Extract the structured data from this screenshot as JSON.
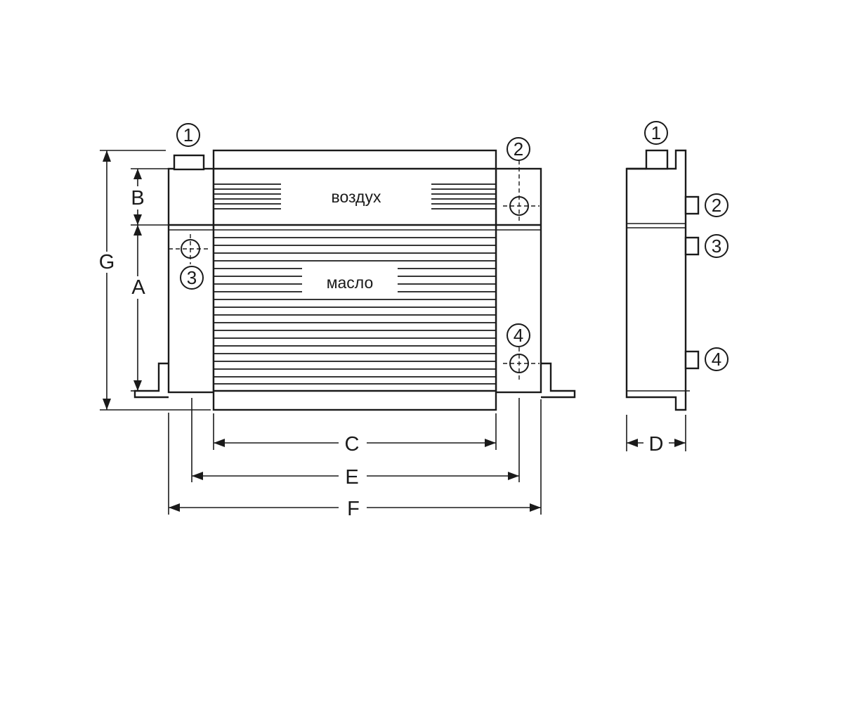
{
  "labels": {
    "air": "воздух",
    "oil": "масло"
  },
  "dimensions": {
    "a": "A",
    "b": "B",
    "c": "C",
    "d": "D",
    "e": "E",
    "f": "F",
    "g": "G"
  },
  "ports": {
    "p1": "1",
    "p2": "2",
    "p3": "3",
    "p4": "4"
  }
}
